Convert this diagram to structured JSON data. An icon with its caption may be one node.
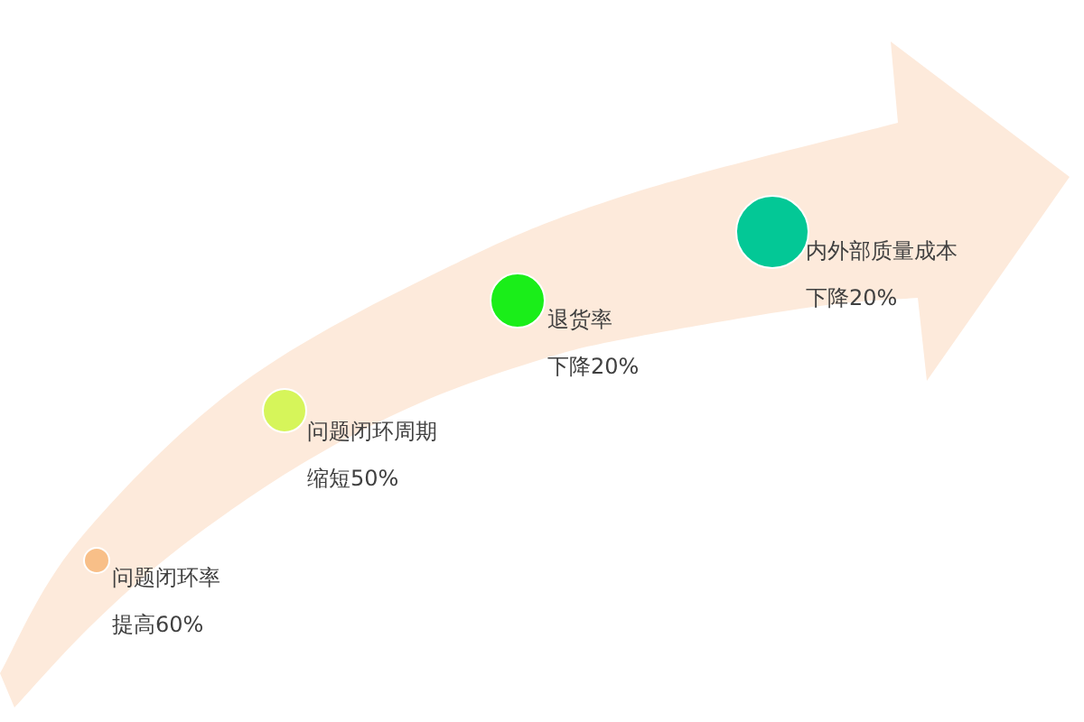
{
  "diagram": {
    "nodes": [
      {
        "text": [],
        "shape": "circle",
        "beside": [
          "问题闭环率",
          "提高60%"
        ]
      },
      {
        "text": [],
        "shape": "circle",
        "beside": [
          "问题闭环周期",
          "缩短50%"
        ]
      },
      {
        "text": [],
        "shape": "circle",
        "beside": [
          "退货率",
          "下降20%"
        ]
      },
      {
        "text": [],
        "shape": "circle",
        "beside": [
          "内外部质量成本",
          "下降20%"
        ]
      }
    ]
  }
}
